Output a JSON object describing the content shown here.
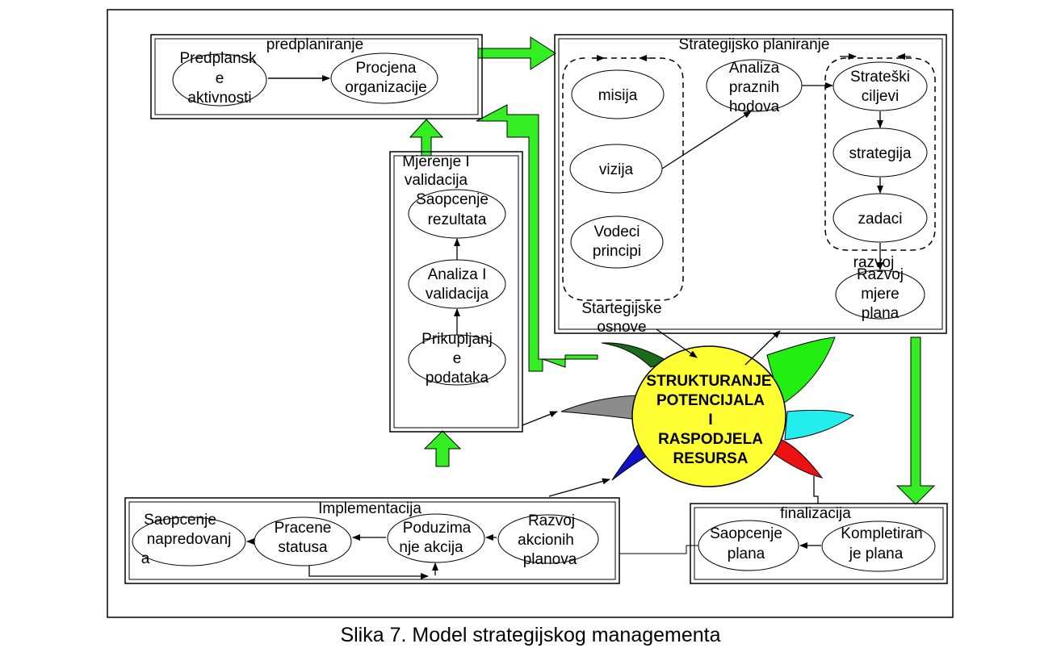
{
  "caption": "Slika 7. Model strategijskog managementa",
  "colors": {
    "arrow_green": "#33ee22",
    "sun_yellow": "#ffff33",
    "petal_dark_green": "#1a6b1a",
    "petal_green": "#22ee11",
    "petal_gray": "#8c8c8c",
    "petal_cyan": "#22eeee",
    "petal_blue": "#1111cc",
    "petal_red": "#ee1111"
  },
  "center": {
    "lines": [
      "STRUKTURANJE",
      "POTENCIJALA",
      "I",
      "RASPODJELA",
      "RESURSA"
    ]
  },
  "predplaniranje": {
    "title": "predplaniranje",
    "nodes": {
      "predplanske": [
        "Predplansk",
        "e",
        "aktivnosti"
      ],
      "procjena": [
        "Procjena",
        "organizacije"
      ]
    }
  },
  "strategijsko": {
    "title": "Strategijsko planiranje",
    "osnove_label": [
      "Startegijske",
      "osnove"
    ],
    "nodes": {
      "misija": [
        "misija"
      ],
      "vizija": [
        "vizija"
      ],
      "vodeci": [
        "Vodeci",
        "principi"
      ],
      "analiza_praznih": [
        "Analiza",
        "praznih",
        "hodova"
      ],
      "strateski": [
        "Strateški",
        "ciljevi"
      ],
      "strategija": [
        "strategija"
      ],
      "zadaci": [
        "zadaci"
      ],
      "razvoj_mjere": [
        "Razvoj",
        "mjere",
        "plana"
      ]
    },
    "razvoj_label": "razvoj"
  },
  "mjerenje": {
    "title": [
      "Mjerenje I",
      "validacija"
    ],
    "nodes": {
      "saopcenje_rez": [
        "Saopcenje",
        "rezultata"
      ],
      "analiza_val": [
        "Analiza I",
        "validacija"
      ],
      "prikupljanje": [
        "Prikupljanj",
        "e",
        "podataka"
      ]
    }
  },
  "implementacija": {
    "title": "Implementacija",
    "nodes": {
      "saopcenje_nap": [
        "Saopcenje",
        "napredovanj",
        "a"
      ],
      "pracene": [
        "Pracene",
        "statusa"
      ],
      "poduzimanje": [
        "Poduzima",
        "nje akcija"
      ],
      "razvoj_akc": [
        "Razvoj",
        "akcionih",
        "planova"
      ]
    }
  },
  "finalizacija": {
    "title": "finalizacija",
    "nodes": {
      "saopcenje_plana": [
        "Saopcenje",
        "plana"
      ],
      "kompletiranje": [
        "Kompletiran",
        "je plana"
      ]
    }
  }
}
